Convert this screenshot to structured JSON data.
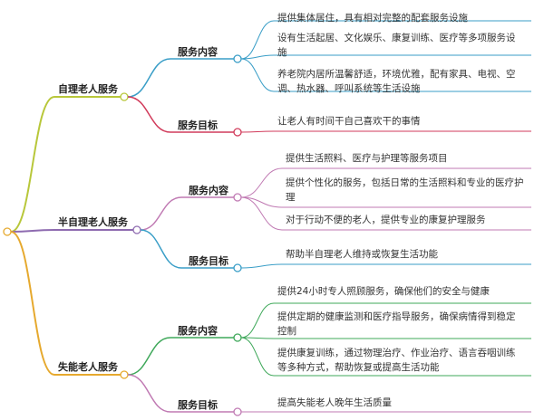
{
  "mindmap": {
    "branches": [
      {
        "label": "自理老人服务",
        "color": "#b8c73a",
        "groups": [
          {
            "label": "服务内容",
            "color": "#3a9ec7",
            "items": [
              [
                "提供集体居住，具有相对完整的配套服务设施"
              ],
              [
                "设有生活起居、文化娱乐、康复训练、医疗等多项服务设",
                "施"
              ],
              [
                "养老院内居所温馨舒适，环境优雅，配有家具、电视、空",
                "调、热水器、呼叫系统等生活设施"
              ]
            ]
          },
          {
            "label": "服务目标",
            "color": "#d13b5b",
            "items": [
              [
                "让老人有时间干自己喜欢干的事情"
              ]
            ]
          }
        ]
      },
      {
        "label": "半自理老人服务",
        "color": "#8e6bb0",
        "groups": [
          {
            "label": "服务内容",
            "color": "#c07ab3",
            "items": [
              [
                "提供生活照料、医疗与护理等服务项目"
              ],
              [
                "提供个性化的服务，包括日常的生活照料和专业的医疗护",
                "理"
              ],
              [
                "对于行动不便的老人，提供专业的康复护理服务"
              ]
            ]
          },
          {
            "label": "服务目标",
            "color": "#3a9ec7",
            "items": [
              [
                "帮助半自理老人维持或恢复生活功能"
              ]
            ]
          }
        ]
      },
      {
        "label": "失能老人服务",
        "color": "#e6a92e",
        "groups": [
          {
            "label": "服务内容",
            "color": "#3fa85a",
            "items": [
              [
                "提供24小时专人照顾服务，确保他们的安全与健康"
              ],
              [
                "提供定期的健康监测和医疗指导服务，确保病情得到稳定",
                "控制"
              ],
              [
                "提供康复训练，通过物理治疗、作业治疗、语言吞咽训练",
                "等多种方式，帮助恢复或提高生活功能"
              ]
            ]
          },
          {
            "label": "服务目标",
            "color": "#c07ab3",
            "items": [
              [
                "提高失能老人晚年生活质量"
              ]
            ]
          }
        ]
      }
    ]
  }
}
